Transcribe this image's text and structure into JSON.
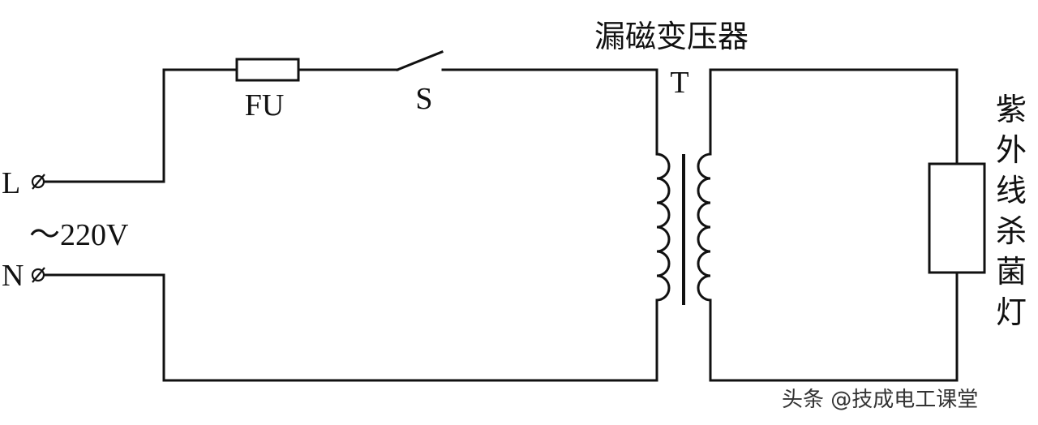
{
  "labels": {
    "title": "漏磁变压器",
    "transformer": "T",
    "fuse": "FU",
    "switch": "S",
    "terminal_l": "L",
    "terminal_n": "N",
    "supply": "～220V",
    "lamp_chars": [
      "紫",
      "外",
      "线",
      "杀",
      "菌",
      "灯"
    ],
    "watermark": "头条 @技成电工课堂"
  },
  "colors": {
    "line": "#111111",
    "background": "#ffffff",
    "watermark": "#333333"
  }
}
